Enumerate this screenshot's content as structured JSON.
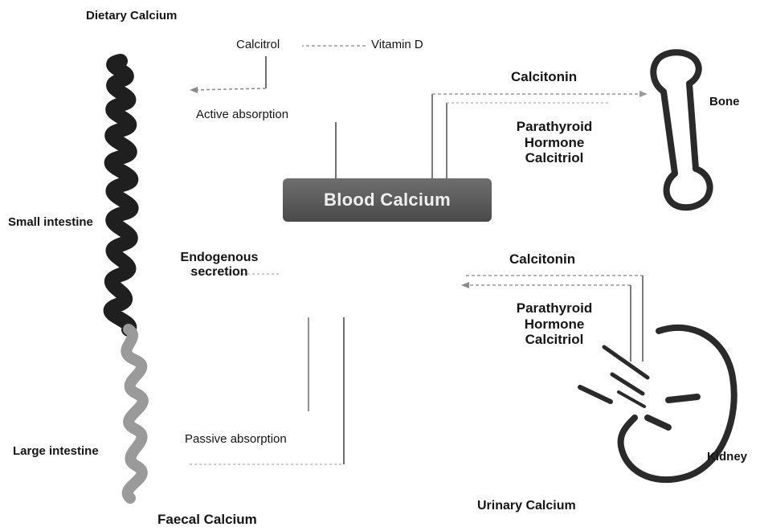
{
  "labels": {
    "dietary_calcium": "Dietary Calcium",
    "calcitrol": "Calcitrol",
    "vitamin_d": "Vitamin D",
    "active_absorption": "Active absorption",
    "small_intestine": "Small intestine",
    "endogenous_line1": "Endogenous",
    "endogenous_line2": "secretion",
    "blood_calcium": "Blood Calcium",
    "passive_absorption": "Passive absorption",
    "large_intestine": "Large intestine",
    "faecal_calcium": "Faecal Calcium",
    "bone": "Bone",
    "kidney": "Kidney",
    "urinary_calcium": "Urinary Calcium",
    "bone_hormones": {
      "calcitonin": "Calcitonin",
      "parathyroid": "Parathyroid",
      "hormone": "Hormone",
      "calcitriol": "Calcitriol"
    },
    "kidney_hormones": {
      "calcitonin": "Calcitonin",
      "parathyroid": "Parathyroid",
      "hormone": "Hormone",
      "calcitriol": "Calcitriol"
    }
  },
  "colors": {
    "small_intestine": "#1f1f1f",
    "large_intestine": "#9a9a9a",
    "blood_box": "#5a5a5a",
    "line": "#333333",
    "dashed_line": "#8a8a8a"
  },
  "icons": [
    "bone-illustration",
    "kidney-illustration",
    "intestine-illustration"
  ]
}
